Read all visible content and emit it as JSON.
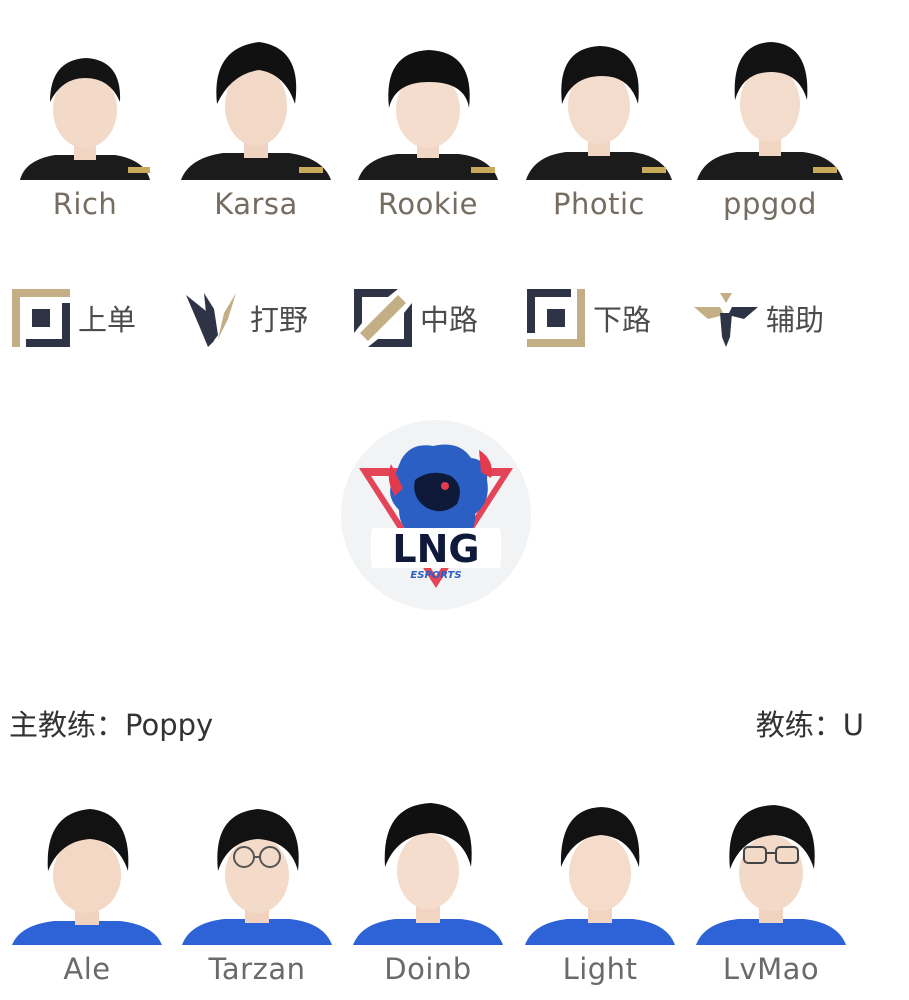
{
  "team1": {
    "players": [
      {
        "name": "Rich"
      },
      {
        "name": "Karsa"
      },
      {
        "name": "Rookie"
      },
      {
        "name": "Photic"
      },
      {
        "name": "ppgod"
      }
    ],
    "jersey_color": "#1b1b1b",
    "jersey_accent": "#c9a95a"
  },
  "roles": [
    {
      "label": "上单",
      "icon": "top-lane-icon"
    },
    {
      "label": "打野",
      "icon": "jungle-icon"
    },
    {
      "label": "中路",
      "icon": "mid-lane-icon"
    },
    {
      "label": "下路",
      "icon": "bot-lane-icon"
    },
    {
      "label": "辅助",
      "icon": "support-icon"
    }
  ],
  "logo": {
    "text": "LNG",
    "subtext": "ESPORTS",
    "colors": {
      "blue": "#2b5fc4",
      "red": "#e33a4e",
      "dark": "#0f1a3a"
    }
  },
  "coaches": {
    "head_label": "主教练：",
    "head_name": "Poppy",
    "coach_label": "教练：",
    "coach_name": "U"
  },
  "team2": {
    "players": [
      {
        "name": "Ale"
      },
      {
        "name": "Tarzan"
      },
      {
        "name": "Doinb"
      },
      {
        "name": "Light"
      },
      {
        "name": "LvMao"
      }
    ],
    "jersey_color": "#2d63d6"
  },
  "role_colors": {
    "gold": "#c4ae85",
    "navy": "#2f3346"
  }
}
